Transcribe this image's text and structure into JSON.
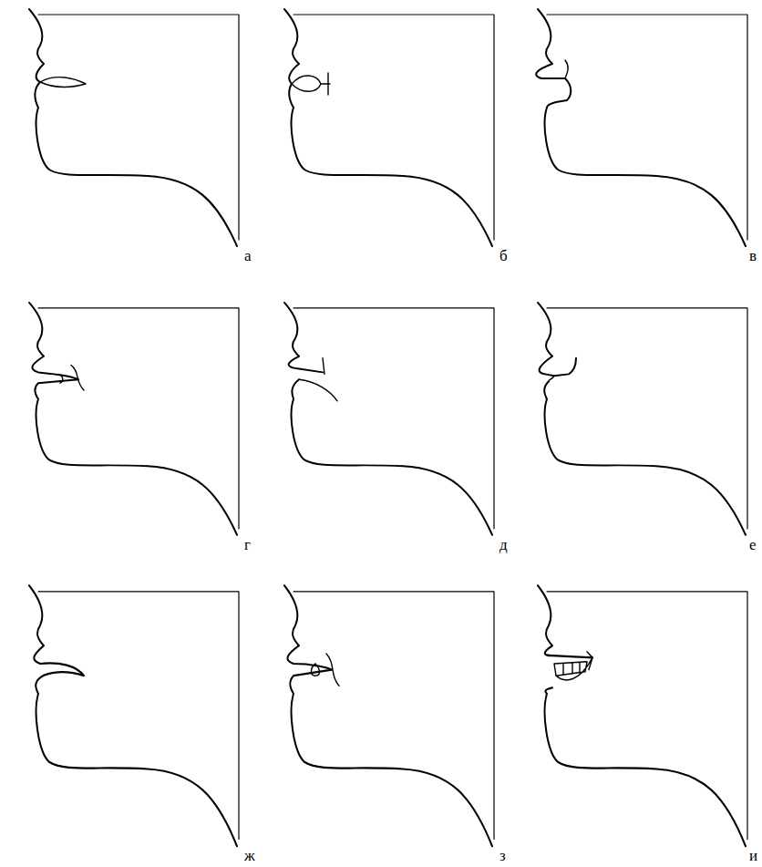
{
  "diagram": {
    "labels": [
      "а",
      "б",
      "в",
      "г",
      "д",
      "е",
      "ж",
      "з",
      "и"
    ]
  }
}
